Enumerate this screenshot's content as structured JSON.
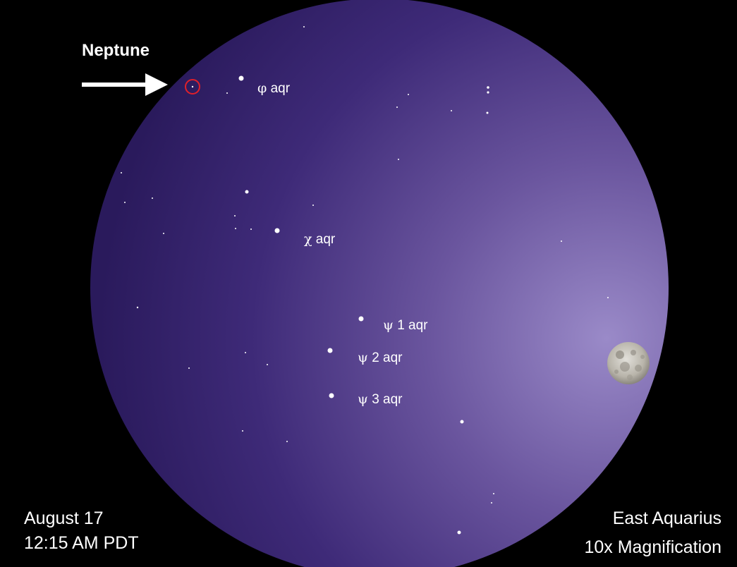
{
  "pointer": {
    "label": "Neptune"
  },
  "labels": [
    {
      "greek": "φ",
      "name": "aqr"
    },
    {
      "greek": "χ",
      "name": "aqr"
    },
    {
      "greek": "ψ",
      "name": "1 aqr"
    },
    {
      "greek": "ψ",
      "name": "2 aqr"
    },
    {
      "greek": "ψ",
      "name": "3 aqr"
    }
  ],
  "caption_left": {
    "date": "August 17",
    "time": "12:15 AM PDT"
  },
  "caption_right": {
    "region": "East Aquarius",
    "magnification": "10x Magnification"
  },
  "colors": {
    "background": "#000000",
    "field_dark": "#2a1a5c",
    "field_light": "#9a8ac8",
    "marker": "#e0202a",
    "star": "#ffffff"
  },
  "icons": [
    "arrow-right-icon",
    "target-circle-icon",
    "moon-icon"
  ]
}
